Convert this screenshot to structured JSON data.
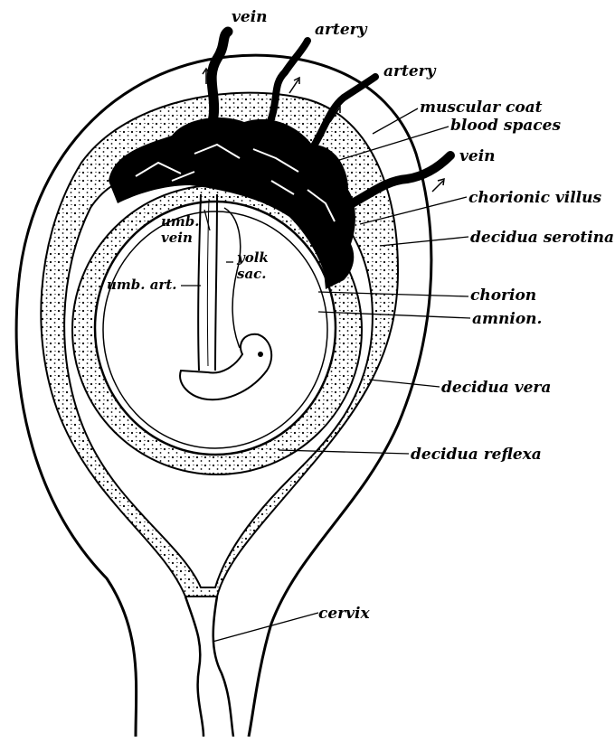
{
  "colors": {
    "ink": "#000000",
    "paper": "#ffffff"
  },
  "labels": {
    "vein_top": "vein",
    "artery_top": "artery",
    "artery_right": "artery",
    "muscular_coat": "muscular coat",
    "blood_spaces": "blood spaces",
    "vein_right": "vein",
    "chorionic_villus": "chorionic villus",
    "decidua_serotina": "decidua serotina",
    "umb_vein_1": "umb.",
    "umb_vein_2": "vein",
    "yolk_sac_1": "yolk",
    "yolk_sac_2": "sac.",
    "umb_art": "umb. art.",
    "chorion": "chorion",
    "amnion": "amnion.",
    "decidua_vera": "decidua vera",
    "decidua_reflexa": "decidua reflexa",
    "cervix": "cervix"
  }
}
